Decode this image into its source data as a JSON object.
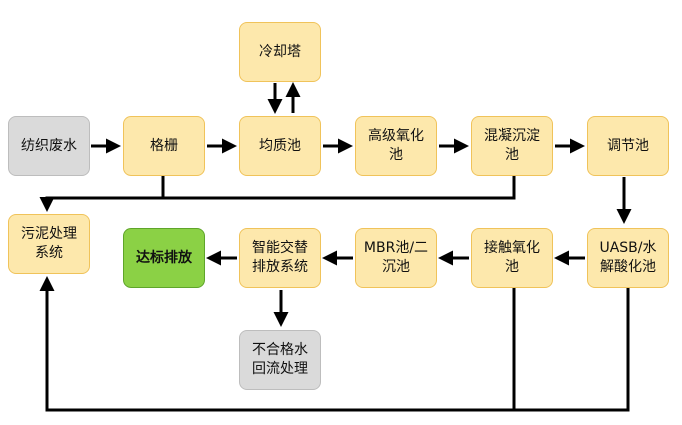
{
  "diagram": {
    "nodes": {
      "textile_wastewater": "纺织废水",
      "grille": "格栅",
      "equalization_tank": "均质池",
      "cooling_tower": "冷却塔",
      "advanced_oxidation": "高级氧化池",
      "coagulation_sedimentation": "混凝沉淀池",
      "regulating_tank": "调节池",
      "sludge_treatment": "污泥处理系统",
      "uasb_hydrolysis": "UASB/水解酸化池",
      "contact_oxidation": "接触氧化池",
      "mbr_secondary": "MBR池/二沉池",
      "smart_alternating_discharge": "智能交替排放系统",
      "compliant_discharge": "达标排放",
      "noncompliant_return": "不合格水回流处理"
    },
    "colors": {
      "process": "#fde8ac",
      "input_and_return": "#dadada",
      "output": "#8bd145",
      "arrow": "#000000"
    }
  }
}
